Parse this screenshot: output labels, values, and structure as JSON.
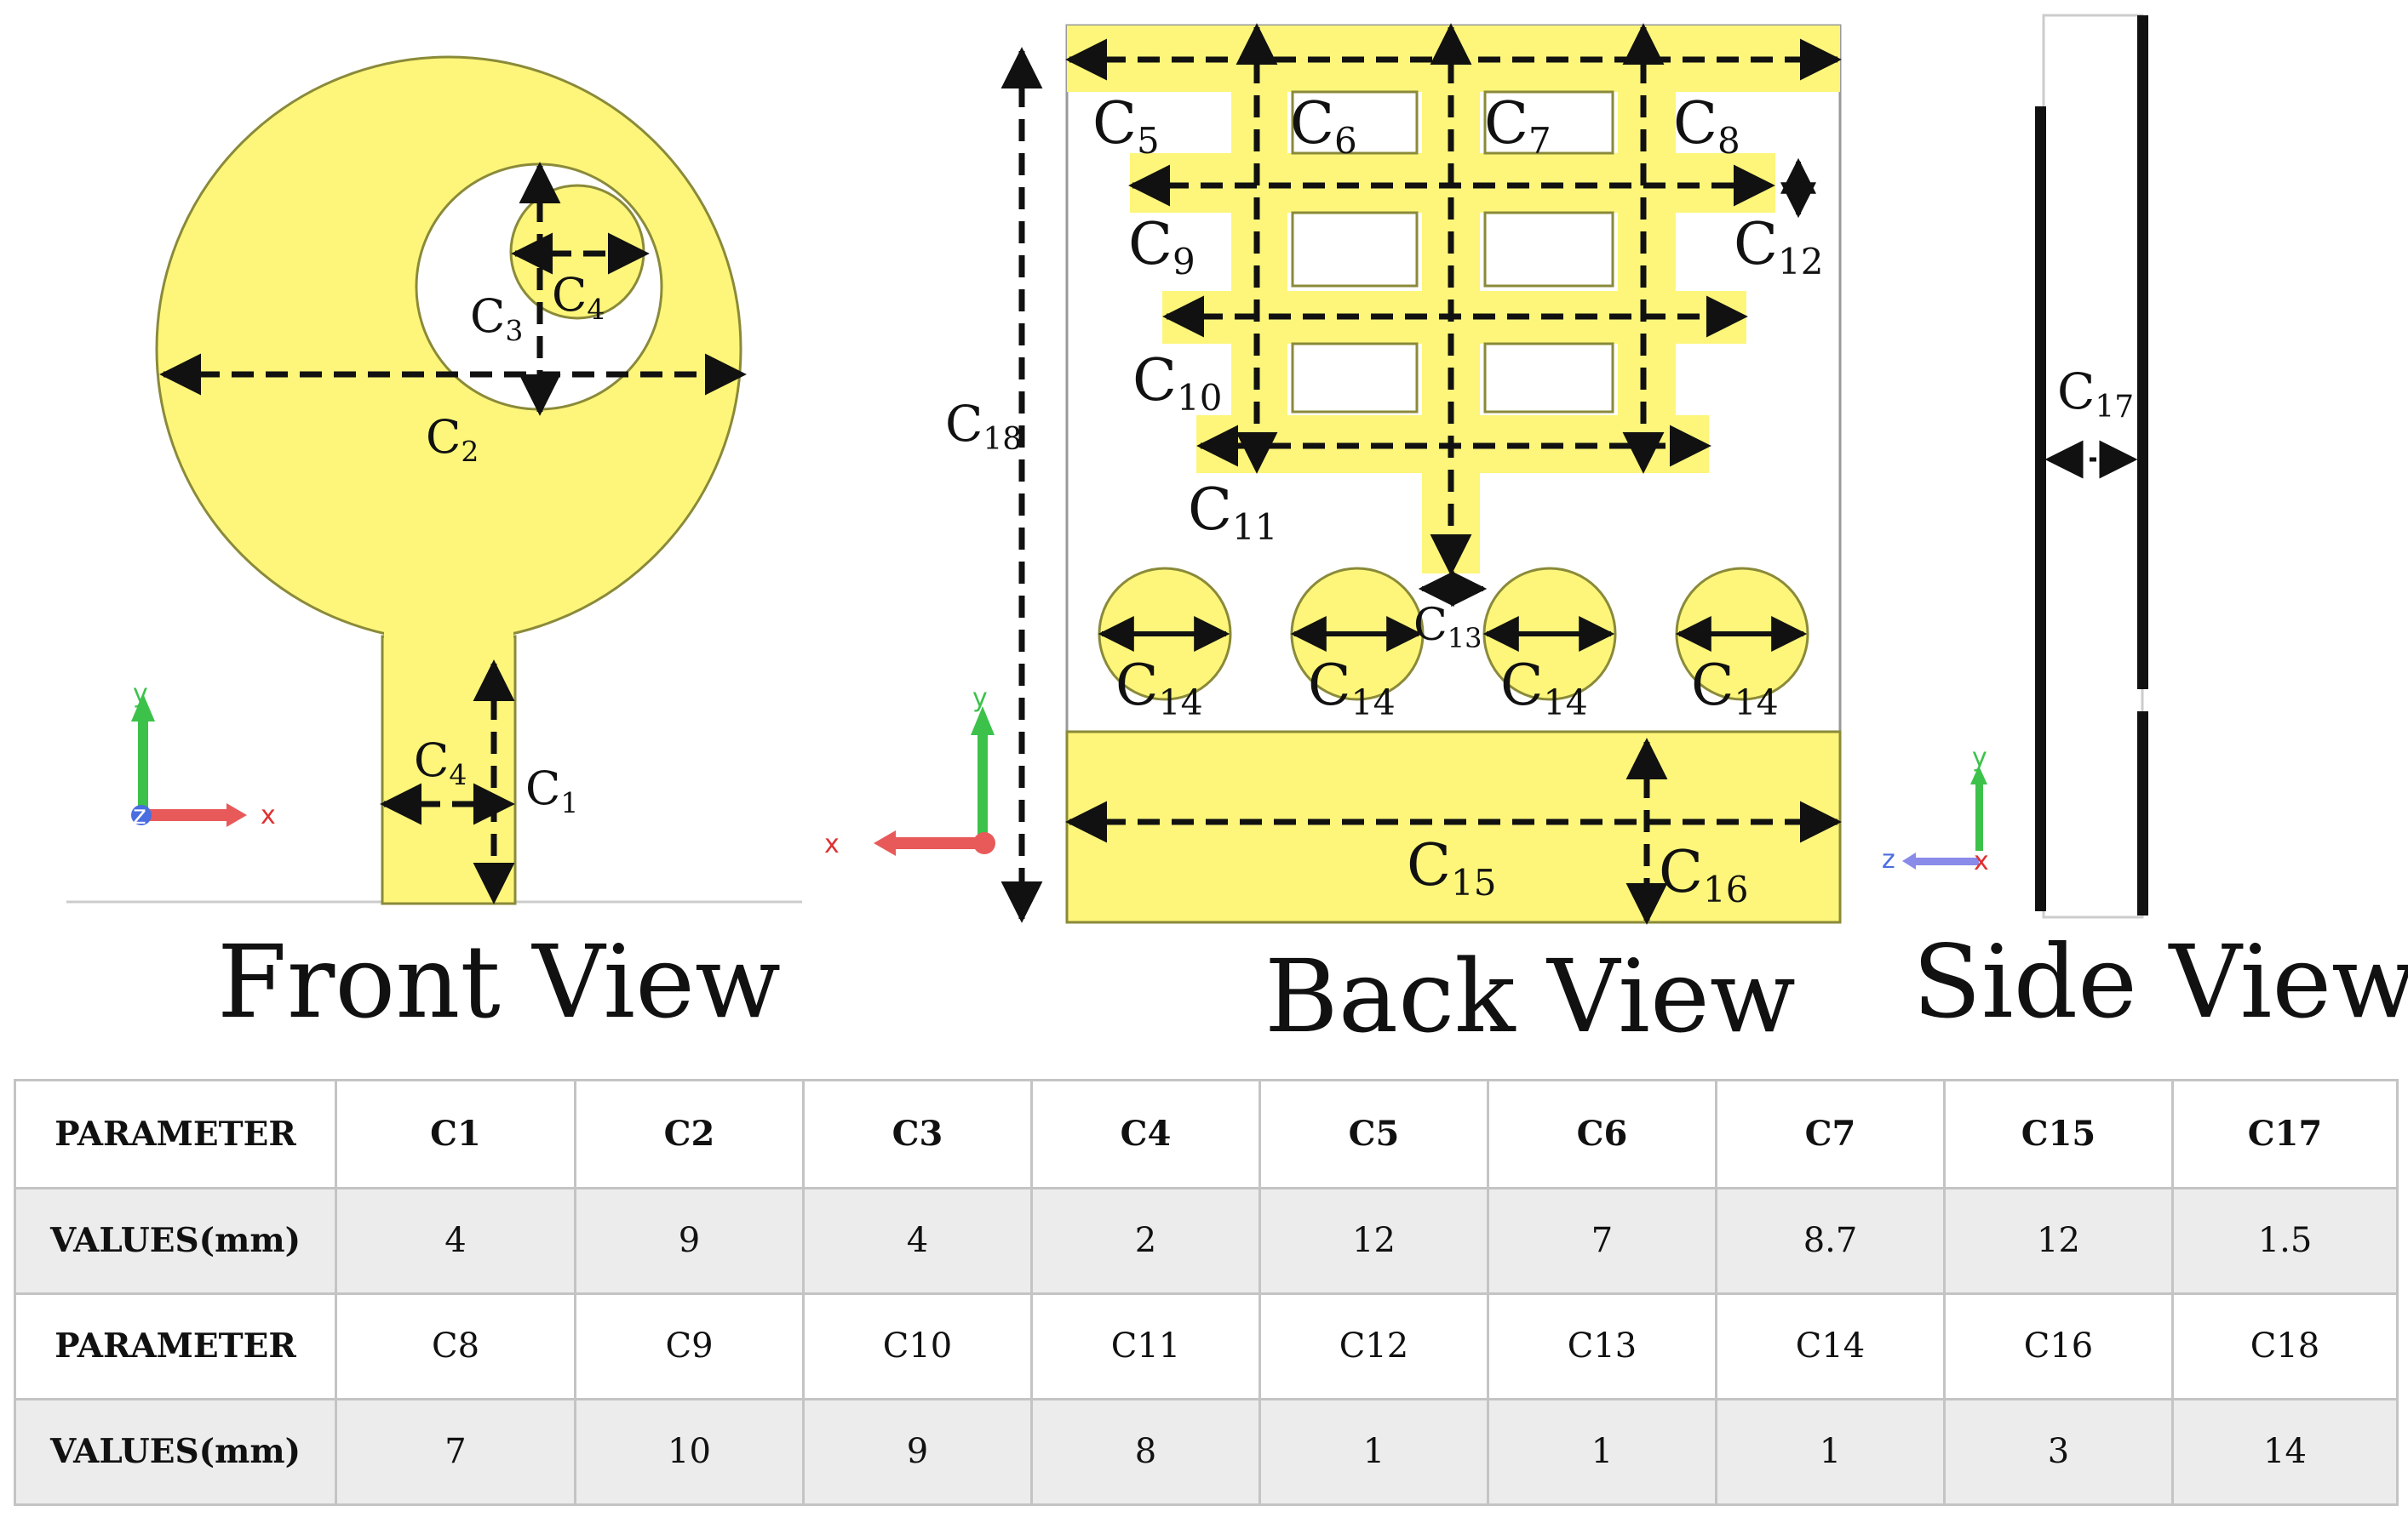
{
  "views": {
    "front": "Front View",
    "back": "Back View",
    "side": "Side View"
  },
  "labels": {
    "c1": "C1",
    "c2": "C2",
    "c3": "C3",
    "c4": "C4",
    "c5": "C5",
    "c6": "C6",
    "c7": "C7",
    "c8": "C8",
    "c9": "C9",
    "c10": "C10",
    "c11": "C11",
    "c12": "C12",
    "c13": "C13",
    "c14": "C14",
    "c15": "C15",
    "c16": "C16",
    "c17": "C17",
    "c18": "C18"
  },
  "axes": {
    "x": "x",
    "y": "y",
    "z": "z"
  },
  "colors": {
    "patch": "#fdf67a",
    "outline": "#8a8a3a",
    "table_alt": "#ececec"
  },
  "table": {
    "rows": [
      [
        "PARAMETER",
        "C1",
        "C2",
        "C3",
        "C4",
        "C5",
        "C6",
        "C7",
        "C15",
        "C17"
      ],
      [
        "VALUES(mm)",
        "4",
        "9",
        "4",
        "2",
        "12",
        "7",
        "8.7",
        "12",
        "1.5"
      ],
      [
        "PARAMETER",
        "C8",
        "C9",
        "C10",
        "C11",
        "C12",
        "C13",
        "C14",
        "C16",
        "C18"
      ],
      [
        "VALUES(mm)",
        "7",
        "10",
        "9",
        "8",
        "1",
        "1",
        "1",
        "3",
        "14"
      ]
    ]
  }
}
